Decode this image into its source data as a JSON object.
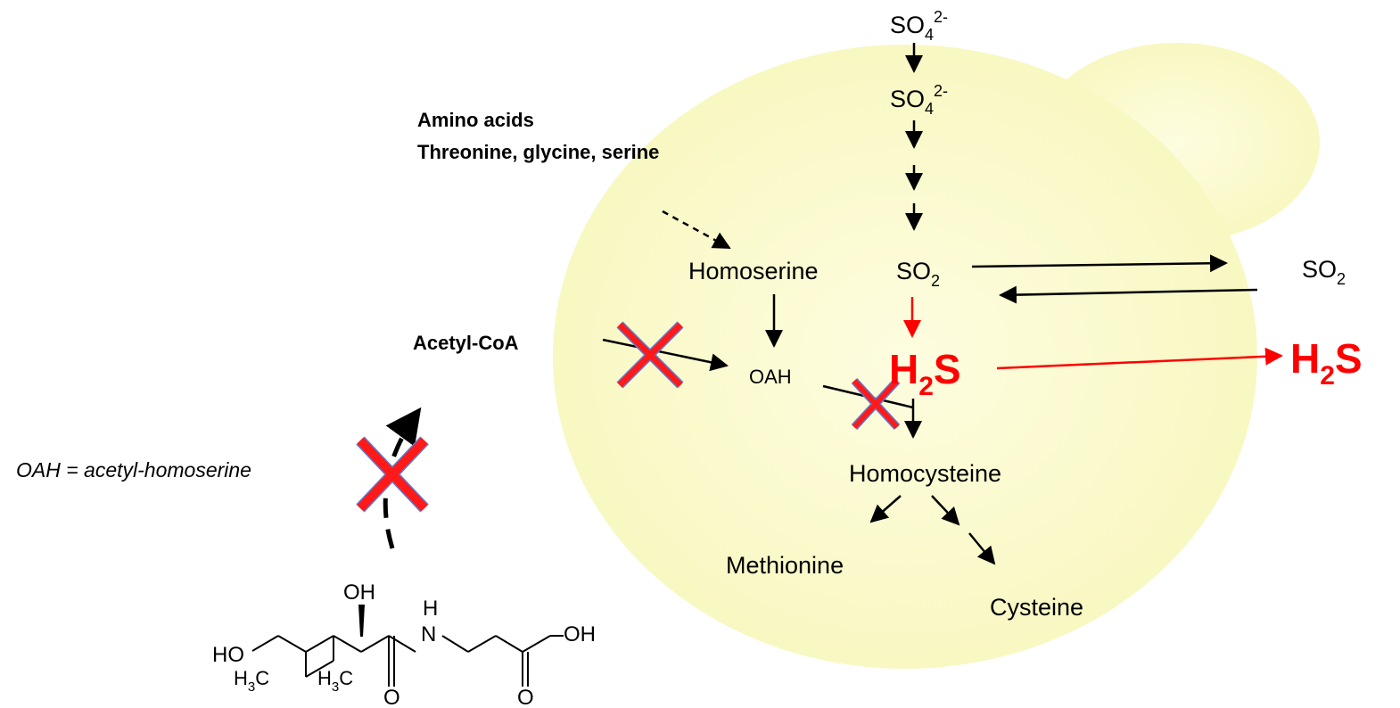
{
  "labels": {
    "so4_outside": {
      "base": "SO",
      "sub": "4",
      "sup": "2-"
    },
    "so4_inside": {
      "base": "SO",
      "sub": "4",
      "sup": "2-"
    },
    "amino_acids_title": "Amino acids",
    "amino_acids_list": "Threonine, glycine, serine",
    "homoserine": "Homoserine",
    "so2_inside": {
      "base": "SO",
      "sub": "2"
    },
    "so2_outside": {
      "base": "SO",
      "sub": "2"
    },
    "acetyl_coa": "Acetyl-CoA",
    "oah": "OAH",
    "h2s_inside": {
      "base": "H",
      "sub": "2",
      "tail": "S"
    },
    "h2s_outside": {
      "base": "H",
      "sub": "2",
      "tail": "S"
    },
    "homocysteine": "Homocysteine",
    "methionine": "Methionine",
    "cysteine": "Cysteine",
    "oah_definition": "OAH = acetyl-homoserine"
  },
  "molecule": {
    "atoms": {
      "oh_top": "OH",
      "ho_left": "HO",
      "h3c_1": "H3C",
      "h3c_2": "H3C",
      "nh_h": "H",
      "nh_n": "N",
      "oh_right": "OH",
      "o_1": "O",
      "o_2": "O"
    }
  },
  "colors": {
    "cell_fill": "#fbfacb",
    "red": "#ff0000",
    "cross_fill": "#ff1a1a",
    "cross_outline": "#5b7bd5",
    "arrow": "#000000"
  }
}
